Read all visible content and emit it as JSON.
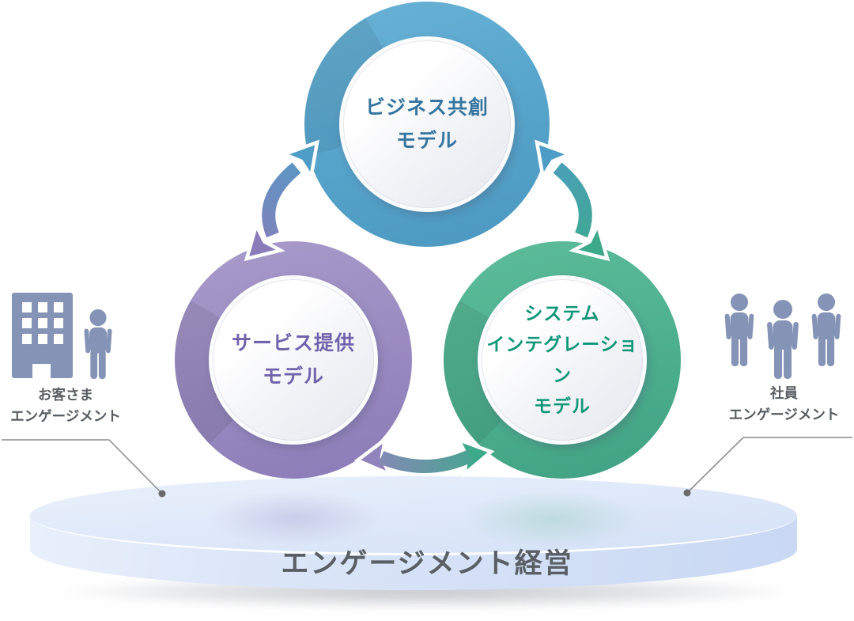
{
  "circles": {
    "business": {
      "lines": [
        "ビジネス共創",
        "モデル"
      ],
      "ring_color": "#58A6CD",
      "text_color": "#35759F"
    },
    "service": {
      "lines": [
        "サービス提供",
        "モデル"
      ],
      "ring_color": "#9C8DC2",
      "text_color": "#7163AC"
    },
    "system_integration": {
      "lines": [
        "システム",
        "インテグレーション",
        "モデル"
      ],
      "ring_color": "#4FB290",
      "text_color": "#0E9678"
    }
  },
  "engagement_labels": {
    "customer": {
      "lines": [
        "お客さま",
        "エンゲージメント"
      ]
    },
    "employee": {
      "lines": [
        "社員",
        "エンゲージメント"
      ]
    }
  },
  "platform": {
    "label": "エンゲージメント経営",
    "text_color": "#595F64",
    "fill_color": "#DCE7F8"
  },
  "icons": {
    "customer": [
      "building-icon",
      "person-icon"
    ],
    "employee": [
      "people-icon"
    ],
    "color": "#8593B6"
  },
  "arrows": {
    "style": "curved double-headed",
    "links": [
      {
        "from": "business",
        "to": "service",
        "gradient": [
          "#4E9DC6",
          "#8A7CB9"
        ]
      },
      {
        "from": "business",
        "to": "system_integration",
        "gradient": [
          "#4E9DC6",
          "#3CA98A"
        ]
      },
      {
        "from": "service",
        "to": "system_integration",
        "gradient": [
          "#9184BD",
          "#3CA98A"
        ]
      }
    ]
  }
}
